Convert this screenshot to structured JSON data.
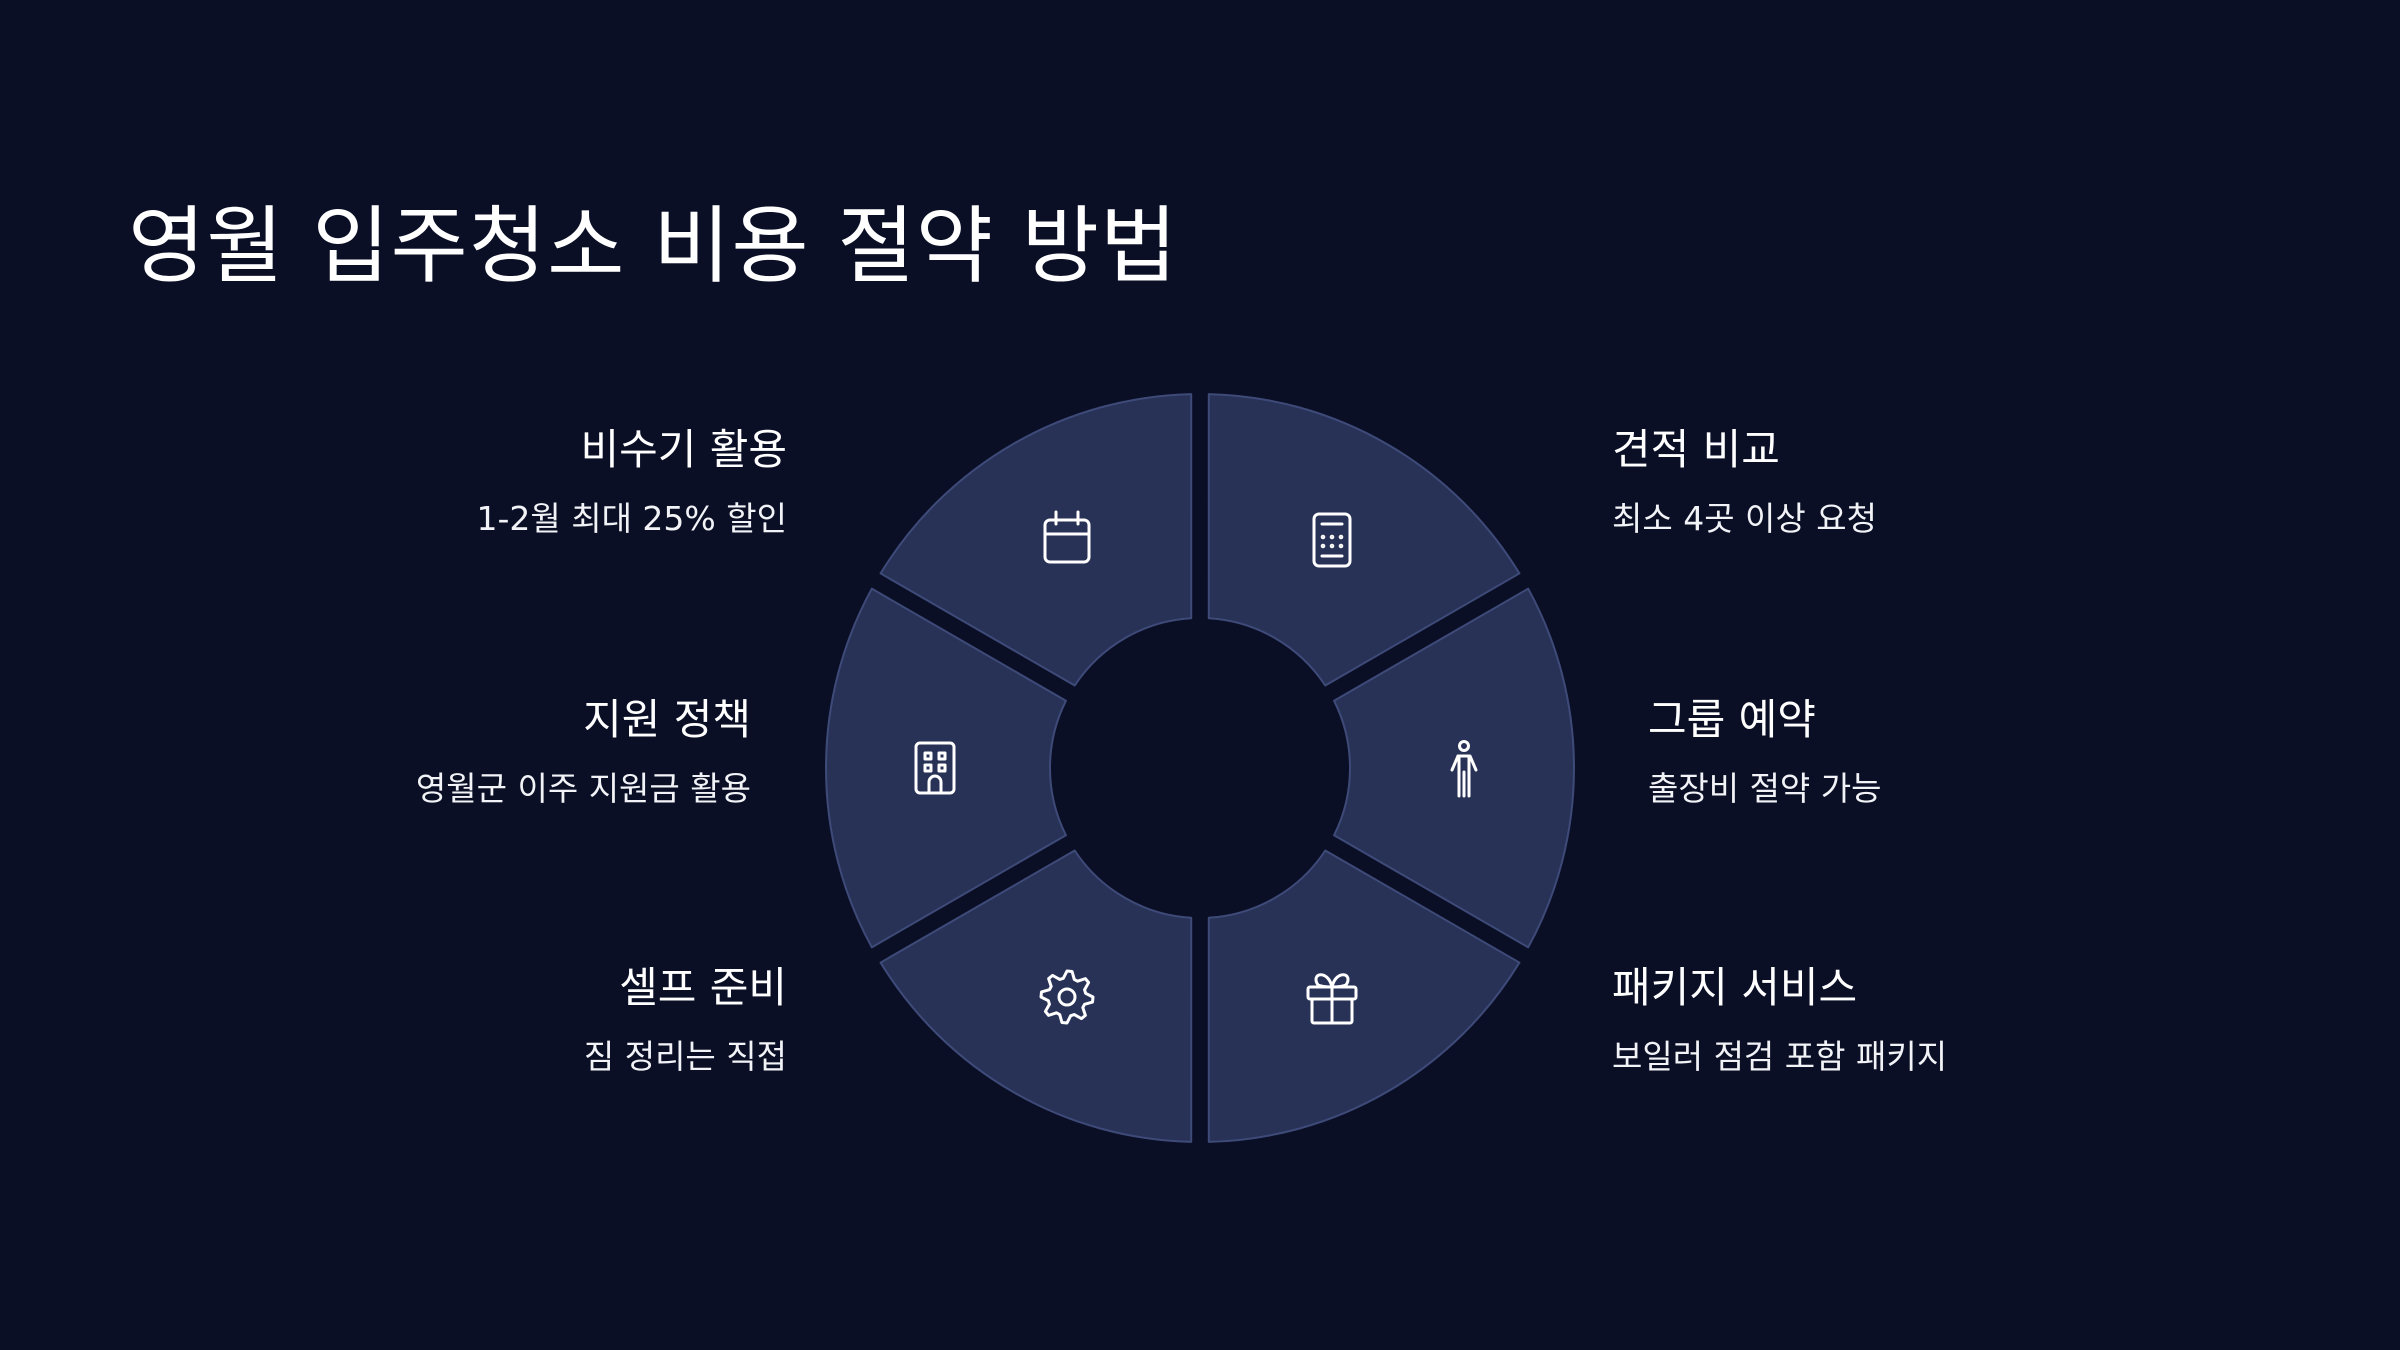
{
  "title": "영월 입주청소 비용 절약 방법",
  "colors": {
    "background": "#0a0f26",
    "segment_fill": "#283256",
    "segment_stroke": "#3e4a78",
    "text": "#ffffff"
  },
  "items": [
    {
      "heading": "비수기 활용",
      "subtext": "1-2월 최대 25% 할인",
      "icon": "calendar-icon"
    },
    {
      "heading": "견적 비교",
      "subtext": "최소 4곳 이상 요청",
      "icon": "calculator-icon"
    },
    {
      "heading": "지원 정책",
      "subtext": "영월군 이주 지원금 활용",
      "icon": "building-icon"
    },
    {
      "heading": "그룹 예약",
      "subtext": "출장비 절약 가능",
      "icon": "person-icon"
    },
    {
      "heading": "셀프 준비",
      "subtext": "짐 정리는 직접",
      "icon": "gear-icon"
    },
    {
      "heading": "패키지 서비스",
      "subtext": "보일러 점검 포함 패키지",
      "icon": "gift-icon"
    }
  ]
}
